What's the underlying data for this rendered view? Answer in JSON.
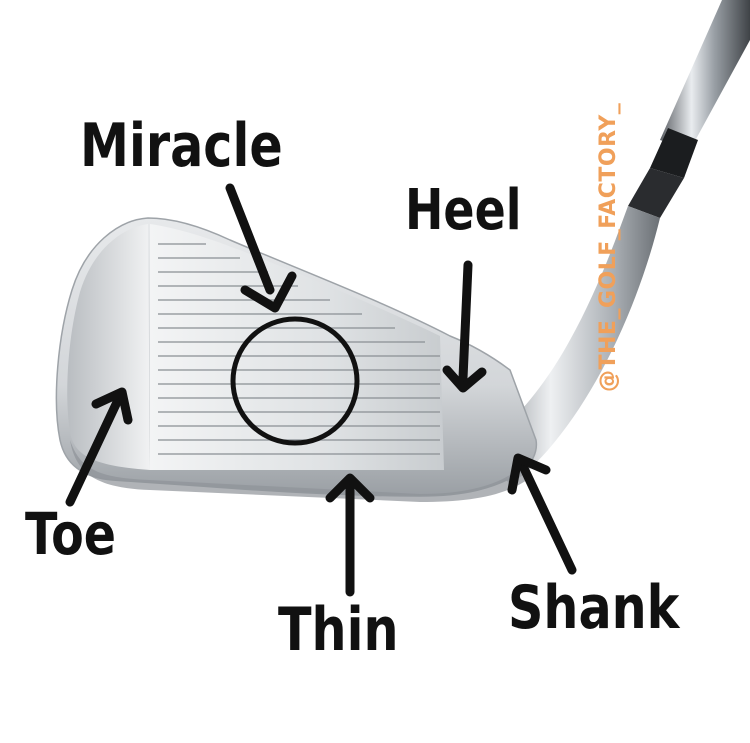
{
  "labels": {
    "miracle": "Miracle",
    "heel": "Heel",
    "toe": "Toe",
    "thin": "Thin",
    "shank": "Shank"
  },
  "watermark": "@THE_GOLF_FACTORY_",
  "colors": {
    "label": "#111111",
    "arrow": "#111111",
    "watermark": "#f0a05a",
    "club_metal": "#c9cdd1"
  },
  "icons": {
    "club": "golf-iron-club-head",
    "target": "sweet-spot-circle"
  }
}
